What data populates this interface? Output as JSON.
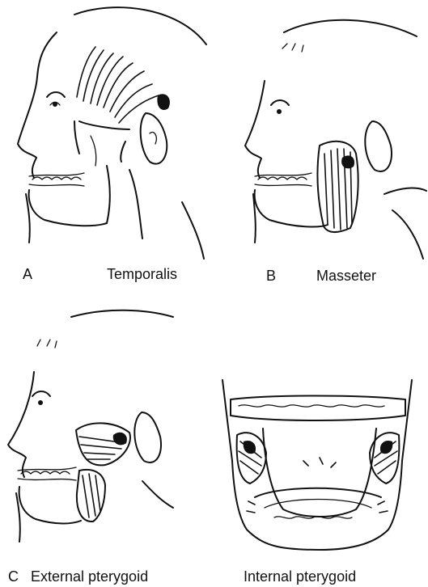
{
  "panels": [
    {
      "letter": "A",
      "name": "Temporalis"
    },
    {
      "letter": "B",
      "name": "Masseter"
    },
    {
      "letter": "C",
      "name": "External pterygoid"
    },
    {
      "letter": "",
      "name": "Internal pterygoid"
    }
  ],
  "colors": {
    "ink": "#111111",
    "paper": "#ffffff"
  }
}
